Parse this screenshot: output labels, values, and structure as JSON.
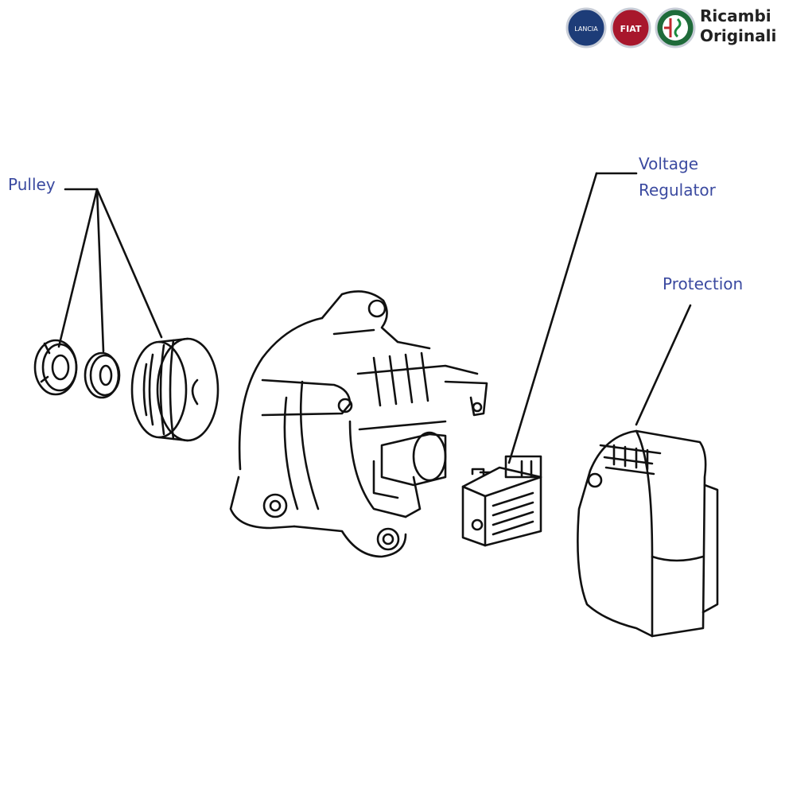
{
  "header": {
    "brands": [
      {
        "name": "lancia-badge-icon",
        "label": "LANCIA",
        "color": "#1d3c78"
      },
      {
        "name": "fiat-badge-icon",
        "label": "FIAT",
        "color": "#a8172c"
      },
      {
        "name": "alfa-romeo-badge-icon",
        "label": "ALFA ROMEO",
        "color": "#1f6b3a"
      }
    ],
    "title_line1": "Ricambi",
    "title_line2": "Originali"
  },
  "labels": {
    "pulley": "Pulley",
    "voltage_regulator_line1": "Voltage",
    "voltage_regulator_line2": "Regulator",
    "protection": "Protection"
  },
  "colors": {
    "label_text": "#3b4aa0",
    "line_art": "#111111"
  }
}
